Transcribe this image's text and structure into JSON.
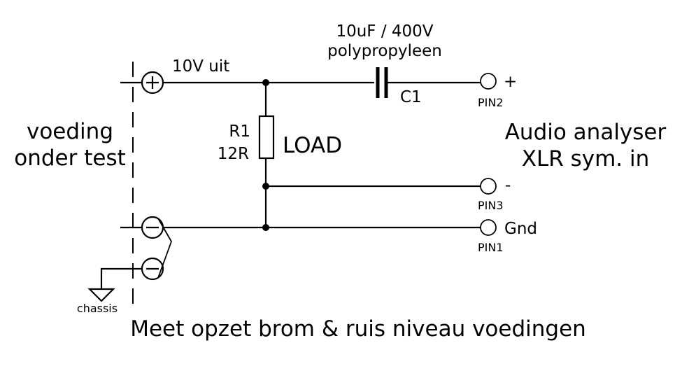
{
  "labels": {
    "cap_value": "10uF / 400V",
    "cap_type": "polypropyleen",
    "cap_ref": "C1",
    "output_label": "10V uit",
    "supply_line1": "voeding",
    "supply_line2": "onder test",
    "res_ref": "R1",
    "res_value": "12R",
    "load": "LOAD",
    "analyser_line1": "Audio analyser",
    "analyser_line2": "XLR sym. in",
    "pin2": "PIN2",
    "pin2_sign": "+",
    "pin3": "PIN3",
    "pin3_sign": "-",
    "pin1": "PIN1",
    "pin1_sign": "Gnd",
    "chassis": "chassis",
    "caption": "Meet opzet brom & ruis niveau voedingen"
  }
}
